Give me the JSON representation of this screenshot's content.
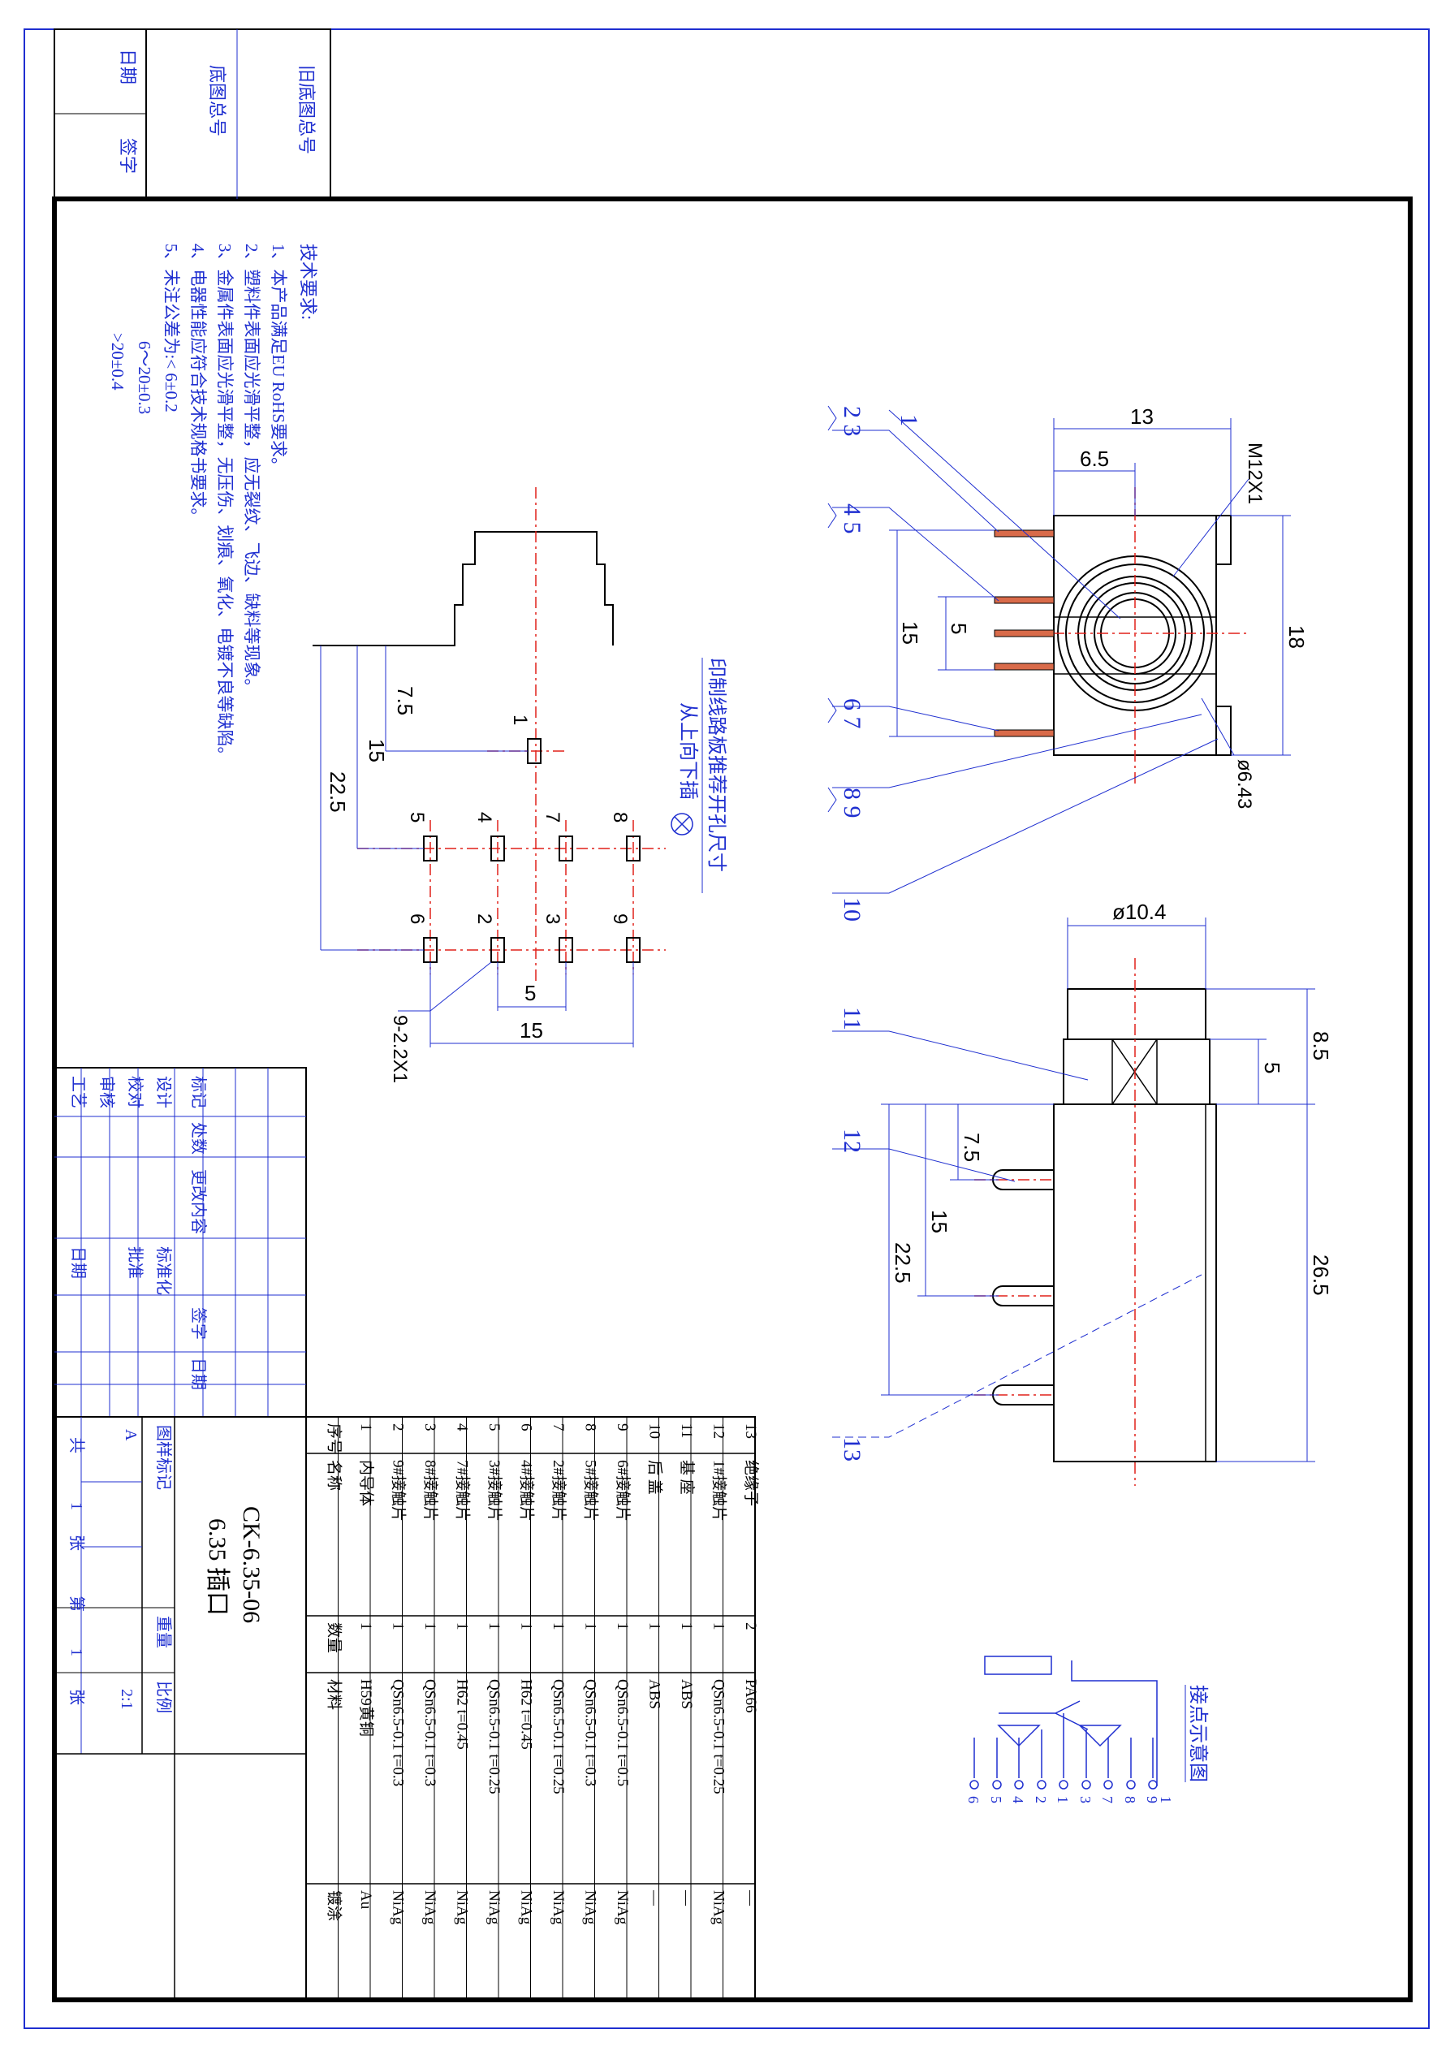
{
  "header": {
    "old_drawing_no": "旧底图总号",
    "base_drawing_no": "底图总号",
    "date": "日期",
    "signature": "签字"
  },
  "tech": {
    "title": "技术要求:",
    "items": [
      "1、本产品满足EU RoHS要求。",
      "2、塑料件表面应光滑平整，应无裂纹、飞边、缺料等现象。",
      "3、金属件表面应光滑平整，无压伤、划痕、氧化、电镀不良等缺陷。",
      "4、电器性能应符合技术规格书要求。",
      "5、未注公差为:< 6±0.2"
    ],
    "tol2": "6～20±0.3",
    "tol3": ">20±0.4"
  },
  "pcb": {
    "title": "印制线路板推荐开孔尺寸",
    "subtitle": "从上向下插",
    "dims": {
      "d75": "7.5",
      "d15": "15",
      "d225": "22.5",
      "d5": "5",
      "d15b": "15",
      "hole": "9-2.2X1"
    },
    "pins": [
      "1",
      "5",
      "4",
      "7",
      "8",
      "6",
      "2",
      "3",
      "9"
    ]
  },
  "front": {
    "dim13": "13",
    "dim65": "6.5",
    "dimM": "M12X1",
    "dim18": "18",
    "dim15": "15",
    "dim5": "5",
    "dimD": "ø6.43",
    "callouts": [
      "1",
      "2 3",
      "4 5",
      "6 7",
      "8 9",
      "10"
    ]
  },
  "side": {
    "dimD": "ø10.4",
    "dim85": "8.5",
    "dim5": "5",
    "dim75": "7.5",
    "dim15": "15",
    "dim225": "22.5",
    "dim265": "26.5",
    "callouts": [
      "11",
      "12",
      "13"
    ]
  },
  "schematic": {
    "title": "接点示意图",
    "pins": [
      "6",
      "5",
      "4",
      "2",
      "1",
      "3",
      "7",
      "8",
      "9",
      "1"
    ]
  },
  "rev": {
    "rows": [
      "标记",
      "处数",
      "更改内容",
      "签字",
      "日期"
    ],
    "roles": [
      "设计",
      "校对",
      "审核",
      "工艺"
    ],
    "std": "标准化",
    "approve": "批准",
    "date": "日期"
  },
  "title_block": {
    "code": "CK-6.35-06",
    "name": "6.35 插口",
    "sample": "图样标记",
    "weight": "重量",
    "scale_lbl": "比例",
    "scale": "2:1",
    "mark": "A",
    "total": "共",
    "one": "1",
    "sheets": "张",
    "sheet": "第",
    "sheet_no": "1",
    "zhang": "张"
  },
  "bom": {
    "headers": [
      "序号",
      "名称",
      "数量",
      "材料",
      "镀涂"
    ],
    "rows": [
      {
        "no": "1",
        "name": "内导体",
        "qty": "1",
        "mat": "H59黄铜",
        "plate": "Au"
      },
      {
        "no": "2",
        "name": "9#接触片",
        "qty": "1",
        "mat": "QSn6.5-0.1 t=0.3",
        "plate": "NiAg"
      },
      {
        "no": "3",
        "name": "8#接触片",
        "qty": "1",
        "mat": "QSn6.5-0.1 t=0.3",
        "plate": "NiAg"
      },
      {
        "no": "4",
        "name": "7#接触片",
        "qty": "1",
        "mat": "H62 t=0.45",
        "plate": "NiAg"
      },
      {
        "no": "5",
        "name": "3#接触片",
        "qty": "1",
        "mat": "QSn6.5-0.1 t=0.25",
        "plate": "NiAg"
      },
      {
        "no": "6",
        "name": "4#接触片",
        "qty": "1",
        "mat": "H62 t=0.45",
        "plate": "NiAg"
      },
      {
        "no": "7",
        "name": "2#接触片",
        "qty": "1",
        "mat": "QSn6.5-0.1 t=0.25",
        "plate": "NiAg"
      },
      {
        "no": "8",
        "name": "5#接触片",
        "qty": "1",
        "mat": "QSn6.5-0.1 t=0.3",
        "plate": "NiAg"
      },
      {
        "no": "9",
        "name": "6#接触片",
        "qty": "1",
        "mat": "QSn6.5-0.1 t=0.5",
        "plate": "NiAg"
      },
      {
        "no": "10",
        "name": "后 盖",
        "qty": "1",
        "mat": "ABS",
        "plate": "—"
      },
      {
        "no": "11",
        "name": "基 座",
        "qty": "1",
        "mat": "ABS",
        "plate": "—"
      },
      {
        "no": "12",
        "name": "1#接触片",
        "qty": "1",
        "mat": "QSn6.5-0.1 t=0.25",
        "plate": "NiAg"
      },
      {
        "no": "13",
        "name": "绝缘子",
        "qty": "2",
        "mat": "PA66",
        "plate": "—"
      }
    ]
  }
}
